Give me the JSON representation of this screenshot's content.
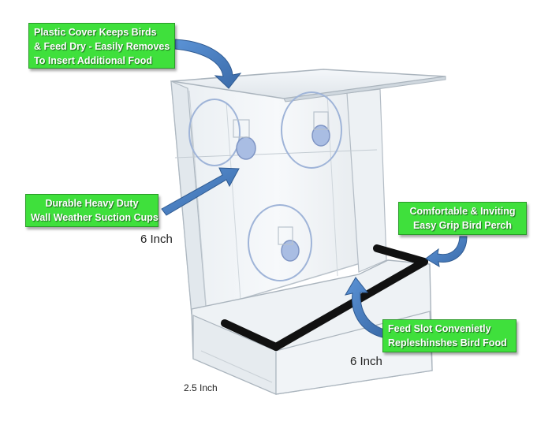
{
  "callouts": {
    "cover": {
      "lines": [
        "Plastic Cover Keeps Birds",
        "& Feed Dry - Easily Removes",
        "To Insert Additional Food"
      ]
    },
    "suction": {
      "lines": [
        "Durable Heavy Duty",
        "Wall Weather Suction Cups"
      ]
    },
    "perch": {
      "lines": [
        "Comfortable & Inviting",
        "Easy Grip Bird Perch"
      ]
    },
    "slot": {
      "lines": [
        "Feed Slot Convenietly",
        "Repleshinshes Bird Food"
      ]
    }
  },
  "dimensions": {
    "height": "6 Inch",
    "width": "6 Inch",
    "depth": "2.5 Inch"
  },
  "colors": {
    "callout_fill": "#3fe03c",
    "arrow_fill": "#4a7fc1",
    "perch": "#111111"
  }
}
